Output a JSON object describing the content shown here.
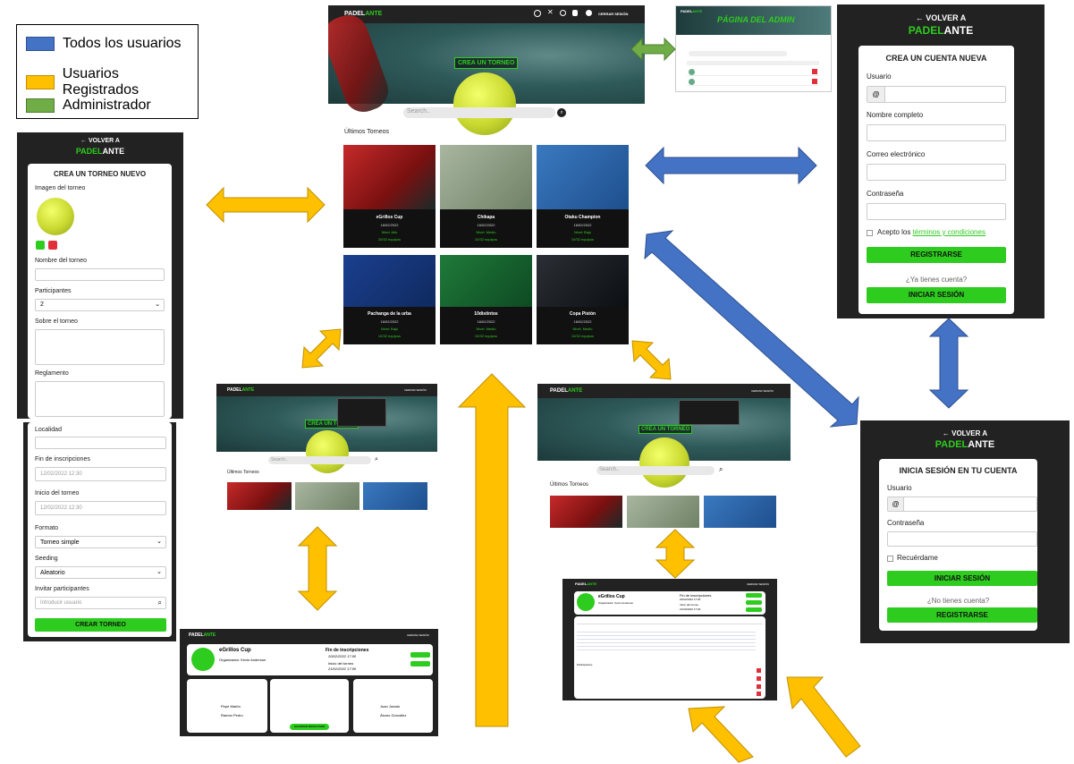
{
  "legend": {
    "items": [
      {
        "label": "Todos los usuarios",
        "color": "#4472c4"
      },
      {
        "label": "Usuarios Registrados",
        "color": "#ffc000"
      },
      {
        "label": "Administrador",
        "color": "#70ad47"
      }
    ]
  },
  "brand": {
    "prefix": "PADEL",
    "suffix": "ANTE"
  },
  "nav": {
    "logout": "CERRAR SESIÓN"
  },
  "home": {
    "hero_cta": "CREA UN TORNEO",
    "search_placeholder": "Search..",
    "section_title": "Últimos Torneos",
    "tiles": [
      {
        "name": "eGrillos Cup",
        "date": "16/02/2022",
        "level": "Nivel: Alto",
        "teams": "20/32 equipos"
      },
      {
        "name": "Chikapa",
        "date": "16/02/2022",
        "level": "Nivel: Medio",
        "teams": "10/32 equipos"
      },
      {
        "name": "Otaku Champion",
        "date": "16/02/2022",
        "level": "Nivel: Bajo",
        "teams": "10/32 equipos"
      },
      {
        "name": "Pachanga de la urba",
        "date": "16/02/2022",
        "level": "Nivel: Bajo",
        "teams": "10/32 equipos"
      },
      {
        "name": "10distintos",
        "date": "16/02/2022",
        "level": "Nivel: Medio",
        "teams": "10/32 equipos"
      },
      {
        "name": "Copa Pistón",
        "date": "16/02/2022",
        "level": "Nivel: Medio",
        "teams": "10/32 equipos"
      }
    ]
  },
  "admin": {
    "banner": "PÁGINA DEL ADMIN"
  },
  "register": {
    "back": "VOLVER A",
    "title": "CREA UN CUENTA NUEVA",
    "usuario": "Usuario",
    "nombre": "Nombre completo",
    "correo": "Correo electrónico",
    "contrasena": "Contraseña",
    "accept_prefix": "Acepto los ",
    "accept_link": "términos y condiciones",
    "submit": "REGISTRARSE",
    "have_account": "¿Ya tienes cuenta?",
    "login": "INICIAR SESIÓN",
    "at": "@"
  },
  "login": {
    "back": "VOLVER A",
    "title": "INICIA SESIÓN EN TU CUENTA",
    "usuario": "Usuario",
    "contrasena": "Contraseña",
    "remember": "Recuérdame",
    "submit": "INICIAR SESIÓN",
    "no_account": "¿No tienes cuenta?",
    "register": "REGISTRARSE",
    "at": "@"
  },
  "create": {
    "back": "VOLVER A",
    "title": "CREA UN TORNEO NUEVO",
    "imagen": "Imagen del torneo",
    "nombre": "Nombre del torneo",
    "participantes": "Participantes",
    "participantes_value": "2",
    "sobre": "Sobre el torneo",
    "reglamento": "Reglamento",
    "localidad": "Localidad",
    "fin": "Fin de inscripciones",
    "fin_value": "12/02/2022 12:30",
    "inicio": "Inicio del torneo",
    "inicio_value": "12/02/2022 12:30",
    "formato": "Formato",
    "formato_value": "Torneo simple",
    "seeding": "Seeding",
    "seeding_value": "Aleatorio",
    "invitar": "Invitar participantes",
    "invitar_placeholder": "Introducir usuario",
    "submit": "CREAR TORNEO"
  },
  "bracket": {
    "title": "eGrillos Cup",
    "organizer_label": "Organizador:",
    "organizer": "Kevin Anderson",
    "fin_label": "Fin de inscripciones",
    "fin_value": "20/02/2022 17:00",
    "inicio_label": "Inicio del torneo",
    "inicio_value": "21/02/2022 17:00",
    "save": "GUARDAR RESULTADO",
    "players": [
      "Pepe Martín",
      "Ramón Pedro",
      "Juan Jurado",
      "Álvaro González"
    ]
  },
  "detail": {
    "title": "eGrillos Cup",
    "organizer_label": "Organizador:",
    "organizer": "Kevin Anderson",
    "fin_label": "Fin de inscripciones",
    "fin_value": "20/02/2022 17:00",
    "inicio_label": "Inicio del torneo",
    "inicio_value": "21/02/2022 17:00",
    "participants_heading": "Participantes"
  }
}
